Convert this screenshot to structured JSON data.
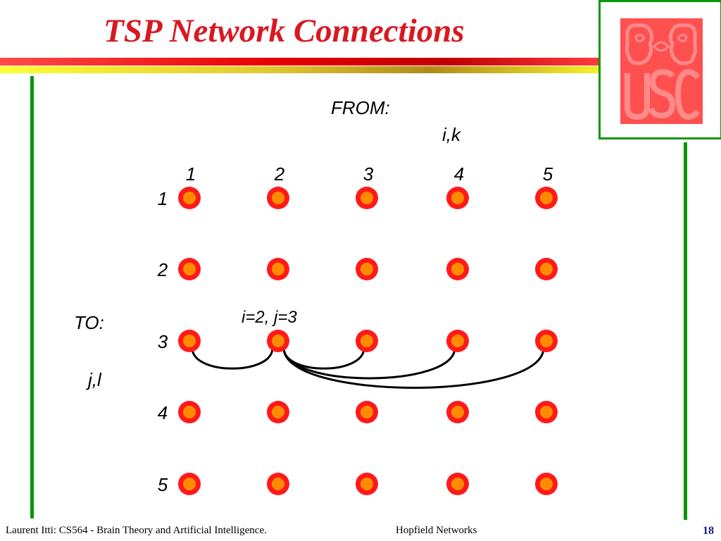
{
  "slide": {
    "title": "TSP Network Connections",
    "page_number": "18"
  },
  "logo": {
    "text": "USC"
  },
  "diagram": {
    "from_label": "FROM:",
    "from_index_label": "i,k",
    "to_label": "TO:",
    "to_index_label": "j,l",
    "annotation": "i=2, j=3",
    "column_labels": [
      "1",
      "2",
      "3",
      "4",
      "5"
    ],
    "row_labels": [
      "1",
      "2",
      "3",
      "4",
      "5"
    ],
    "source_neuron": {
      "col": 2,
      "row": 3
    },
    "connections_to": [
      {
        "col": 1,
        "row": 3
      },
      {
        "col": 3,
        "row": 3
      },
      {
        "col": 4,
        "row": 3
      },
      {
        "col": 5,
        "row": 3
      }
    ]
  },
  "footer": {
    "left": "Laurent Itti: CS564 - Brain Theory and Artificial Intelligence.",
    "center": "Hopfield Networks"
  },
  "colors": {
    "title": "#d71920",
    "neuron_outer": "#ff1a1a",
    "neuron_inner": "#ff8c00",
    "green_rule": "#079707",
    "logo_tile": "#ff5050",
    "page_number": "#1a1a8c"
  }
}
